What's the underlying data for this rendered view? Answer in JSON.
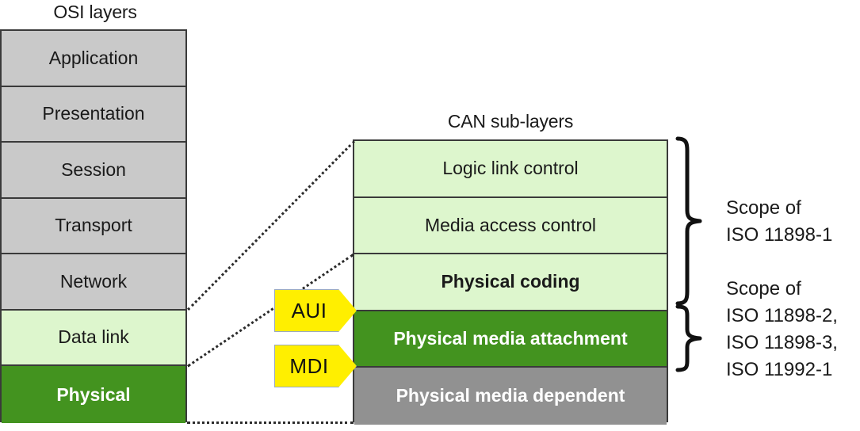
{
  "osi": {
    "title": "OSI layers",
    "layers": [
      {
        "label": "Application",
        "style": "grey"
      },
      {
        "label": "Presentation",
        "style": "grey"
      },
      {
        "label": "Session",
        "style": "grey"
      },
      {
        "label": "Transport",
        "style": "grey"
      },
      {
        "label": "Network",
        "style": "grey"
      },
      {
        "label": "Data link",
        "style": "green-light"
      },
      {
        "label": "Physical",
        "style": "green-dark",
        "bold": true,
        "text": "white"
      }
    ]
  },
  "can": {
    "title": "CAN sub-layers",
    "layers": [
      {
        "label": "Logic link control",
        "style": "green-light"
      },
      {
        "label": "Media access control",
        "style": "green-light"
      },
      {
        "label": "Physical coding",
        "style": "green-light",
        "bold": true
      },
      {
        "label": "Physical media attachment",
        "style": "green-dark",
        "bold": true,
        "text": "white"
      },
      {
        "label": "Physical media dependent",
        "style": "grey-dark",
        "bold": true,
        "text": "white"
      }
    ]
  },
  "tags": [
    {
      "label": "AUI",
      "name": "aui-tag"
    },
    {
      "label": "MDI",
      "name": "mdi-tag"
    }
  ],
  "scopes": [
    {
      "lines": [
        "Scope of",
        "ISO 11898-1"
      ],
      "brace": "brace-iso-11898-1"
    },
    {
      "lines": [
        "Scope of",
        "ISO 11898-2,",
        "ISO 11898-3,",
        "ISO 11992-1"
      ],
      "brace": "brace-iso-11898-2-3-11992-1"
    }
  ],
  "colors": {
    "grey": "#c9c9c9",
    "grey_dark": "#919191",
    "green_light": "#ddf6cd",
    "green_dark": "#43931f",
    "yellow": "#ffef00",
    "outline": "#3a3a3a",
    "text": "#1a1a1a"
  }
}
